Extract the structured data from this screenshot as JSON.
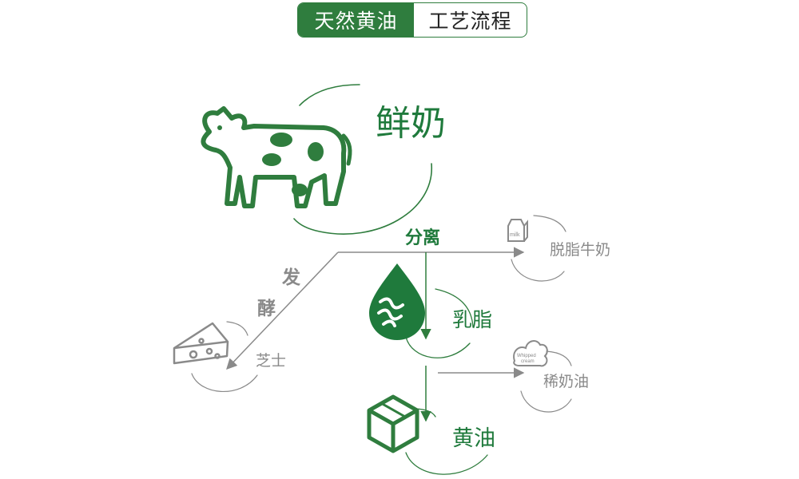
{
  "header": {
    "left_label": "天然黄油",
    "right_label": "工艺流程"
  },
  "nodes": {
    "fresh_milk": "鲜奶",
    "separation": "分离",
    "skim_milk": "脱脂牛奶",
    "fat": "乳脂",
    "whipping_cream": "稀奶油",
    "butter": "黄油",
    "ferment_1": "发",
    "ferment_2": "酵",
    "cheese": "芝士"
  },
  "icons": {
    "milk_carton_text": "milk",
    "cream_text_1": "Whipped",
    "cream_text_2": "cream"
  },
  "colors": {
    "green": "#2f7d3e",
    "gray": "#8a8a8a"
  }
}
